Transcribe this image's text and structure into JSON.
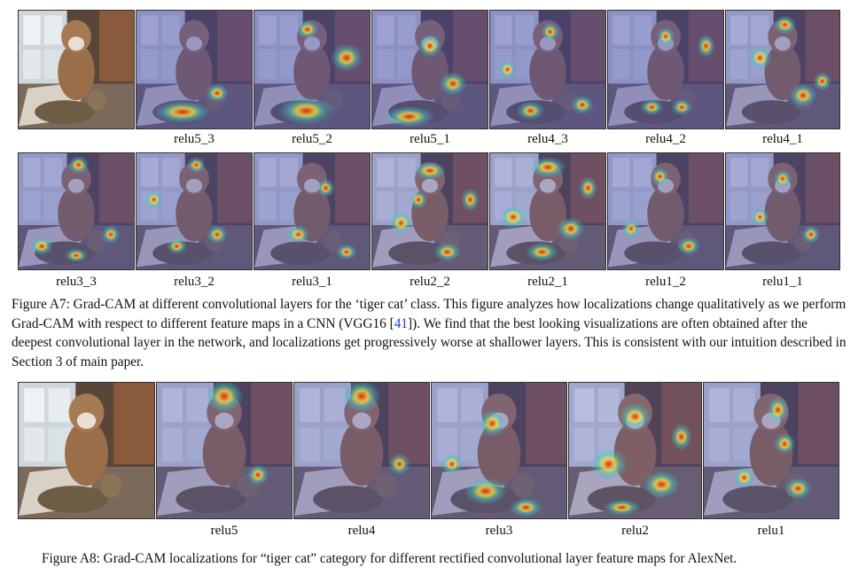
{
  "figureA7": {
    "row1_labels": [
      "relu5_3",
      "relu5_2",
      "relu5_1",
      "relu4_3",
      "relu4_2",
      "relu4_1"
    ],
    "row2_labels": [
      "relu3_3",
      "relu3_2",
      "relu3_1",
      "relu2_2",
      "relu2_1",
      "relu1_2",
      "relu1_1"
    ],
    "caption_part1": "Figure A7: Grad-CAM at different convolutional layers for the ‘tiger cat’ class. This figure analyzes how localizations change qualitatively as we perform Grad-CAM with respect to different feature maps in a CNN (VGG16 [",
    "caption_cite": "41",
    "caption_part2": "]). We find that the best looking visualizations are often obtained after the deepest convolutional layer in the network, and localizations get progressively worse at shallower layers. This is consistent with our intuition described in Section 3 of main paper."
  },
  "figureA8": {
    "labels": [
      "relu5",
      "relu4",
      "relu3",
      "relu2",
      "relu1"
    ],
    "caption": "Figure A8: Grad-CAM localizations for “tiger cat” category for different rectified convolutional layer feature maps for AlexNet."
  },
  "colors": {
    "heat_red": "#e0201a",
    "heat_yellow": "#f2e040",
    "heat_cyan": "#3ec8c8",
    "heat_blue": "#3a3fa8"
  }
}
